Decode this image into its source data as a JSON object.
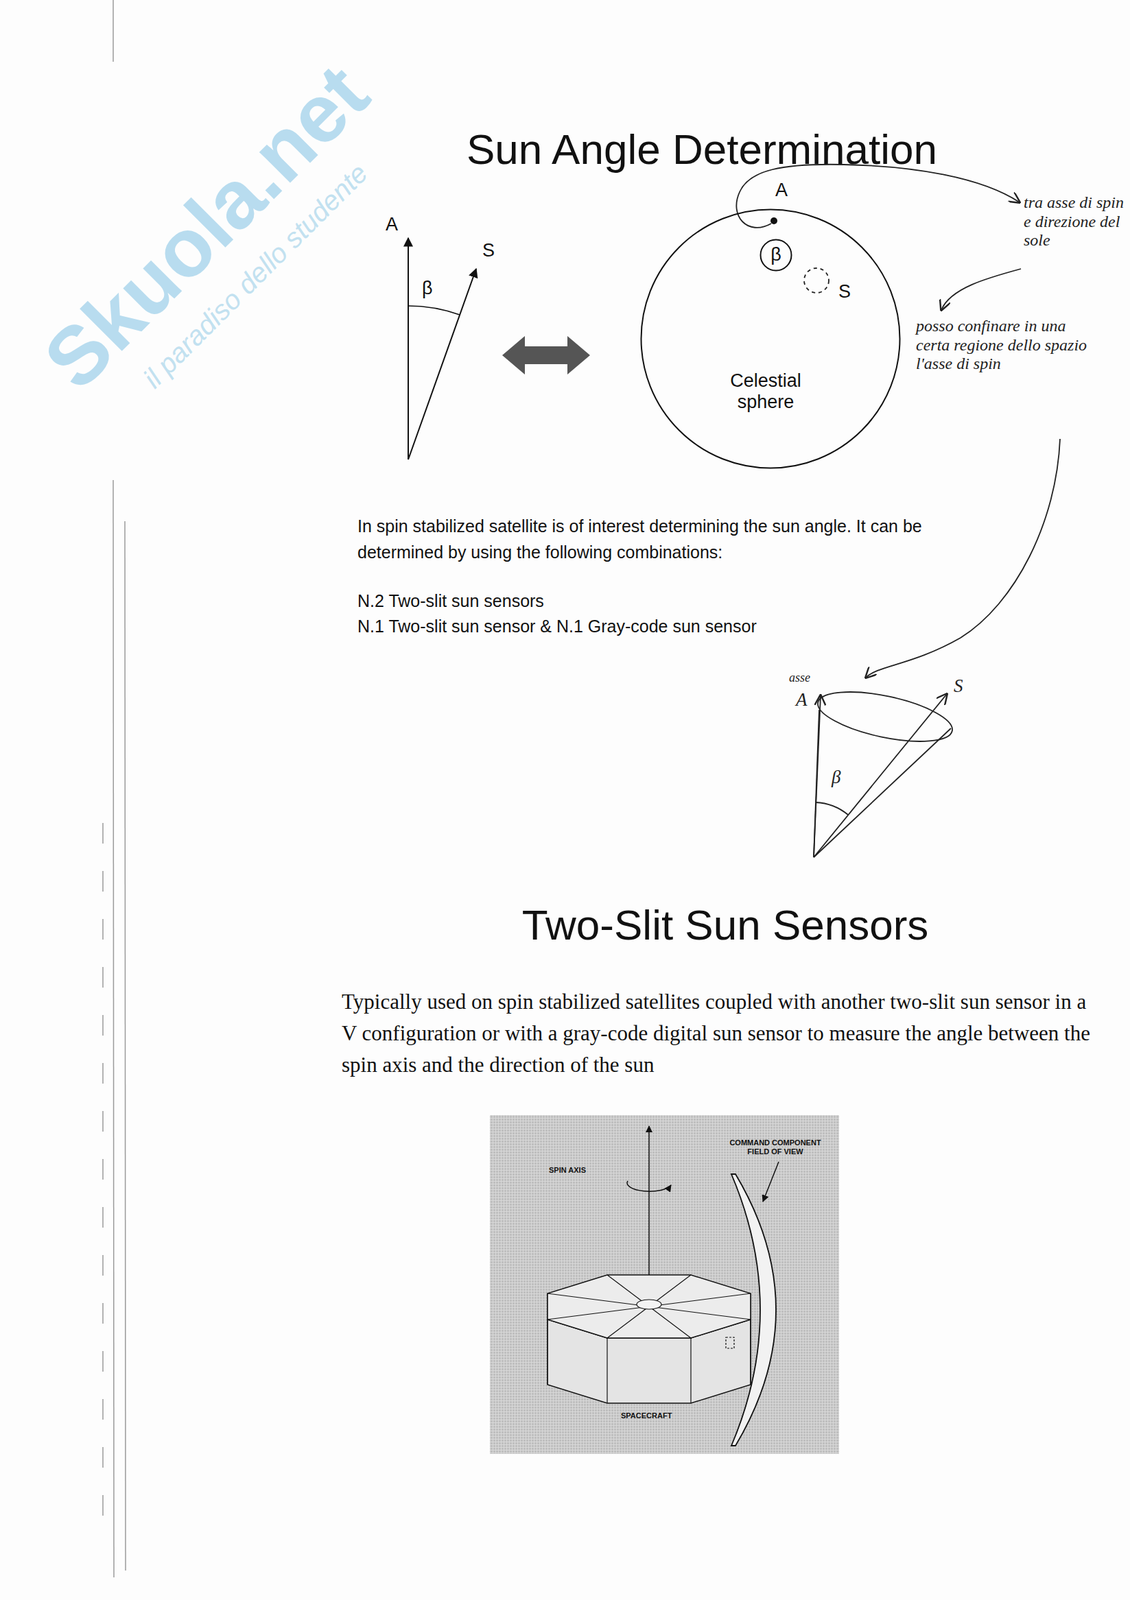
{
  "diagram": {
    "title": "Sun Angle Determination",
    "nodes": [
      {
        "text": [
          "Celestial sphere"
        ]
      },
      {
        "text": [
          "β"
        ],
        "in": 0
      }
    ],
    "labels": [
      "Skuola.net",
      "il paradiso dello studente",
      "A",
      "S",
      "β",
      "A",
      "S",
      "tra asse di spin e direzione del sole",
      "posso confinare in una certa regione dello spazio l'asse di spin",
      "In spin stabilized satellite is of interest determining the sun angle. It can be determined by using the following combinations:",
      "N.2 Two-slit sun sensors",
      "N.1 Two-slit sun sensor & N.1 Gray-code sun sensor",
      "asse",
      "A",
      "S",
      "β",
      "Two-Slit Sun Sensors",
      "Typically used on spin stabilized satellites coupled with another two-slit sun sensor in a V configuration or with a gray-code digital sun sensor to measure the angle between the spin axis and the direction of the sun",
      "SPIN AXIS",
      "COMMAND COMPONENT FIELD OF VIEW",
      "SPACECRAFT"
    ]
  }
}
